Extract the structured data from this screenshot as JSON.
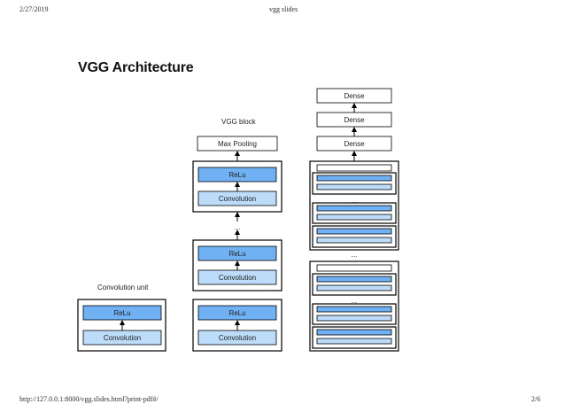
{
  "header": {
    "date": "2/27/2019",
    "title": "vgg slides"
  },
  "footer": {
    "url": "http://127.0.0.1:8000/vgg.slides.html?print-pdf#/",
    "page": "2/6"
  },
  "slide": {
    "title": "VGG Architecture"
  },
  "diagram": {
    "conv_unit": {
      "caption": "Convolution unit",
      "relu": "ReLu",
      "conv": "Convolution"
    },
    "vgg_block": {
      "caption": "VGG block",
      "max_pool": "Max Pooling",
      "relu": "ReLu",
      "conv": "Convolution",
      "ellipsis": "..."
    },
    "network": {
      "dense": [
        "Dense",
        "Dense",
        "Dense"
      ],
      "ellipsis": "...",
      "inner_ellipsis": "..."
    },
    "colors": {
      "relu": "#6fb1f2",
      "conv": "#bcdcf9"
    }
  }
}
